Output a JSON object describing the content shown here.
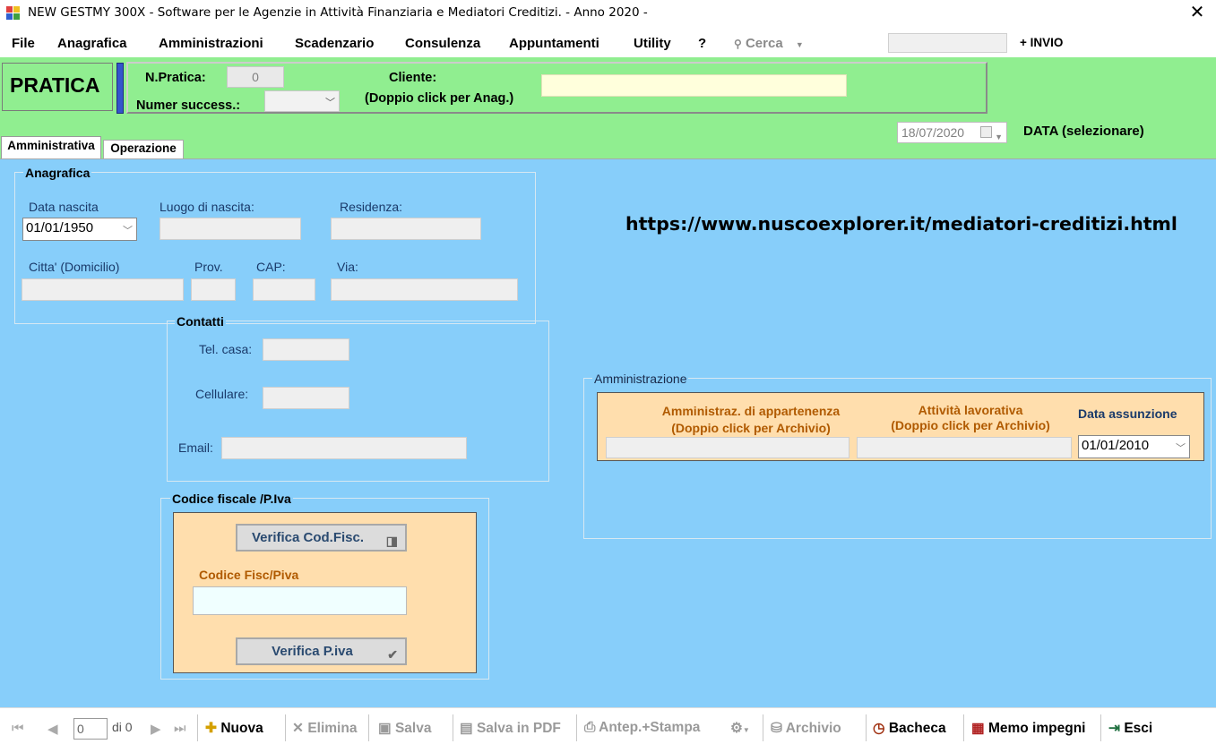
{
  "window": {
    "title": "NEW GESTMY 300X - Software  per le Agenzie in Attività Finanziaria e Mediatori Creditizi. -  Anno 2020 -",
    "close_glyph": "✕"
  },
  "menu": {
    "items": [
      "File",
      "Anagrafica",
      "Amministrazioni",
      "Scadenzario",
      "Consulenza",
      "Appuntamenti",
      "Utility",
      "?"
    ],
    "cerca": "Cerca",
    "invio": "+ INVIO"
  },
  "header": {
    "pratica": "PRATICA",
    "npratica_label": "N.Pratica:",
    "npratica_value": "0",
    "numsucc_label": "Numer success.:",
    "cliente_label": "Cliente:",
    "cliente_hint": "(Doppio click per Anag.)",
    "date_value": "18/07/2020",
    "date_label": "DATA (selezionare)"
  },
  "tabs": [
    "Amministrativa",
    "Operazione"
  ],
  "anagrafica": {
    "title": "Anagrafica",
    "data_nascita_label": "Data nascita",
    "data_nascita_value": "01/01/1950",
    "luogo_label": "Luogo di nascita:",
    "residenza_label": "Residenza:",
    "citta_label": "Citta' (Domicilio)",
    "prov_label": "Prov.",
    "cap_label": "CAP:",
    "via_label": "Via:"
  },
  "contatti": {
    "title": "Contatti",
    "tel_label": "Tel. casa:",
    "cell_label": "Cellulare:",
    "email_label": "Email:"
  },
  "codfisc": {
    "title": "Codice fiscale /P.Iva",
    "verifica_cf": "Verifica Cod.Fisc.",
    "cf_label": "Codice Fisc/Piva",
    "verifica_piva": "Verifica P.iva"
  },
  "url": "https://www.nuscoexplorer.it/mediatori-creditizi.html",
  "amministrazione": {
    "title": "Amministrazione",
    "app_label_1": "Amministraz. di appartenenza",
    "app_label_2": "(Doppio click per Archivio)",
    "att_label_1": "Attività lavorativa",
    "att_label_2": "(Doppio click per Archivio)",
    "data_ass_label": "Data assunzione",
    "data_ass_value": "01/01/2010"
  },
  "statusbar": {
    "page_value": "0",
    "page_of": "di 0",
    "nuova": "Nuova",
    "elimina": "Elimina",
    "salva": "Salva",
    "salva_pdf": "Salva in PDF",
    "antep": "Antep.+Stampa",
    "archivio": "Archivio",
    "bacheca": "Bacheca",
    "memo": "Memo impegni",
    "esci": "Esci"
  },
  "colors": {
    "header_green": "#90ee90",
    "content_blue": "#87cefa",
    "peach_panel": "#ffdead",
    "cliente_field": "#ffffdc"
  }
}
